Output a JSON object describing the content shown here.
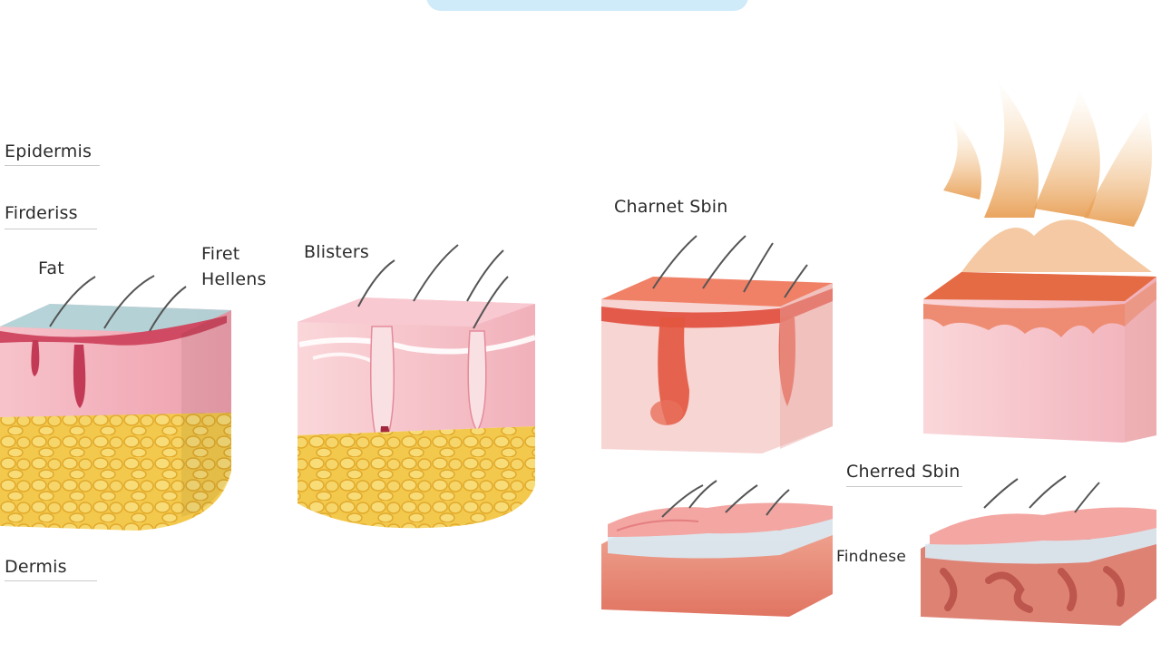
{
  "labels": {
    "epidermis": "Epidermis",
    "firderiss": "Firderiss",
    "fat": "Fat",
    "firet_line1": "Firet",
    "firet_line2": "Hellens",
    "blisters": "Blisters",
    "charnet_skin": "Charnet Sbin",
    "cherred_skin": "Cherred Sbin",
    "findnese": "Findnese",
    "dermis": "Dermis"
  },
  "colors": {
    "skin": "#f2b3bd",
    "fat": "#f3c84a",
    "blister": "#f6c9cf",
    "charred": "#e2735c",
    "top_tab": "#cfeaf8"
  }
}
